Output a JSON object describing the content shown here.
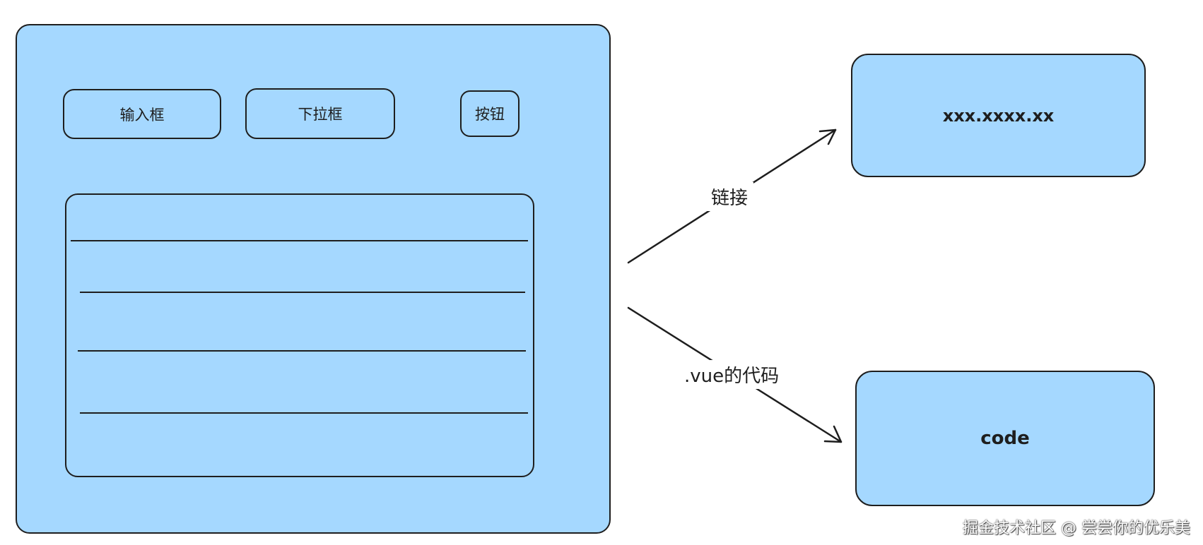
{
  "diagram": {
    "main_panel": {
      "input_label": "输入框",
      "dropdown_label": "下拉框",
      "button_label": "按钮"
    },
    "edges": {
      "link_label": "链接",
      "code_label": ".vue的代码"
    },
    "targets": {
      "url_label": "xxx.xxxx.xx",
      "code_label": "code"
    },
    "colors": {
      "fill": "#a5d8ff",
      "stroke": "#1e1e1e"
    }
  },
  "watermark": "掘金技术社区 @ 尝尝你的优乐美"
}
